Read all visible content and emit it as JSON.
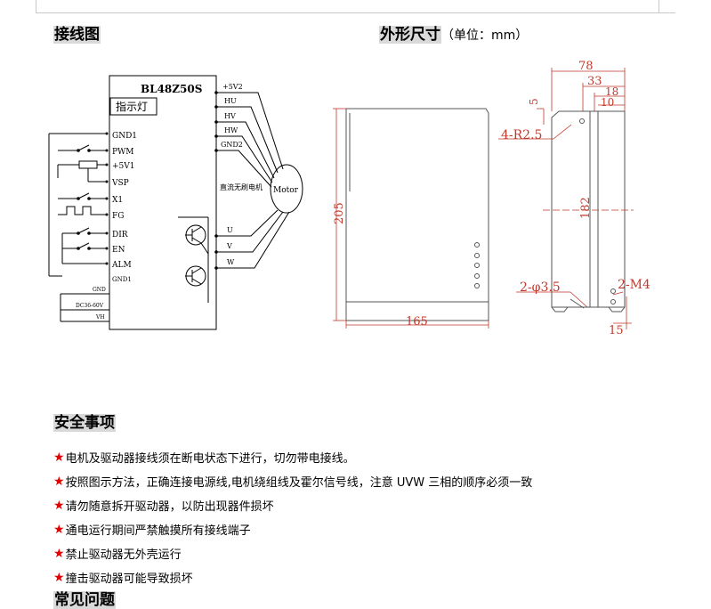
{
  "headings": {
    "wiring": "接线图",
    "dimensions": "外形尺寸",
    "dimensions_unit": "（单位：mm）",
    "safety": "安全事项",
    "faq": "常见问题"
  },
  "wiring": {
    "model": "BL48Z50S",
    "indicator": "指示灯",
    "left_pins": [
      "GND1",
      "PWM",
      "+5V1",
      "VSP",
      "X1",
      "FG",
      "DIR",
      "EN",
      "ALM",
      "GND1"
    ],
    "right_pins": [
      "+5V2",
      "HU",
      "HV",
      "HW",
      "GND2"
    ],
    "phase_pins": [
      "U",
      "V",
      "W"
    ],
    "motor_caption": "直流无刷电机",
    "motor": "Motor",
    "power": [
      "GND",
      "DC36-60V",
      "VH"
    ]
  },
  "dimensions": {
    "front": {
      "width": "165",
      "height": "205"
    },
    "side": {
      "width": "78",
      "d33": "33",
      "d18": "18",
      "d10": "10",
      "d5": "5",
      "radius": "4-R2.5",
      "height": "182",
      "hole": "2-φ3.5",
      "thread": "2-M4",
      "d15": "15"
    }
  },
  "safety_notes": [
    "电机及驱动器接线须在断电状态下进行，切勿带电接线。",
    "按照图示方法，正确连接电源线,电机绕组线及霍尔信号线，注意 UVW 三相的顺序必须一致",
    "请勿随意拆开驱动器，以防出现器件损坏",
    "通电运行期间严禁触摸所有接线端子",
    "禁止驱动器无外壳运行",
    "撞击驱动器可能导致损坏"
  ],
  "colors": {
    "star": "#e00000",
    "dimension": "#c0392b",
    "heading_highlight": "#d9d9d9"
  }
}
